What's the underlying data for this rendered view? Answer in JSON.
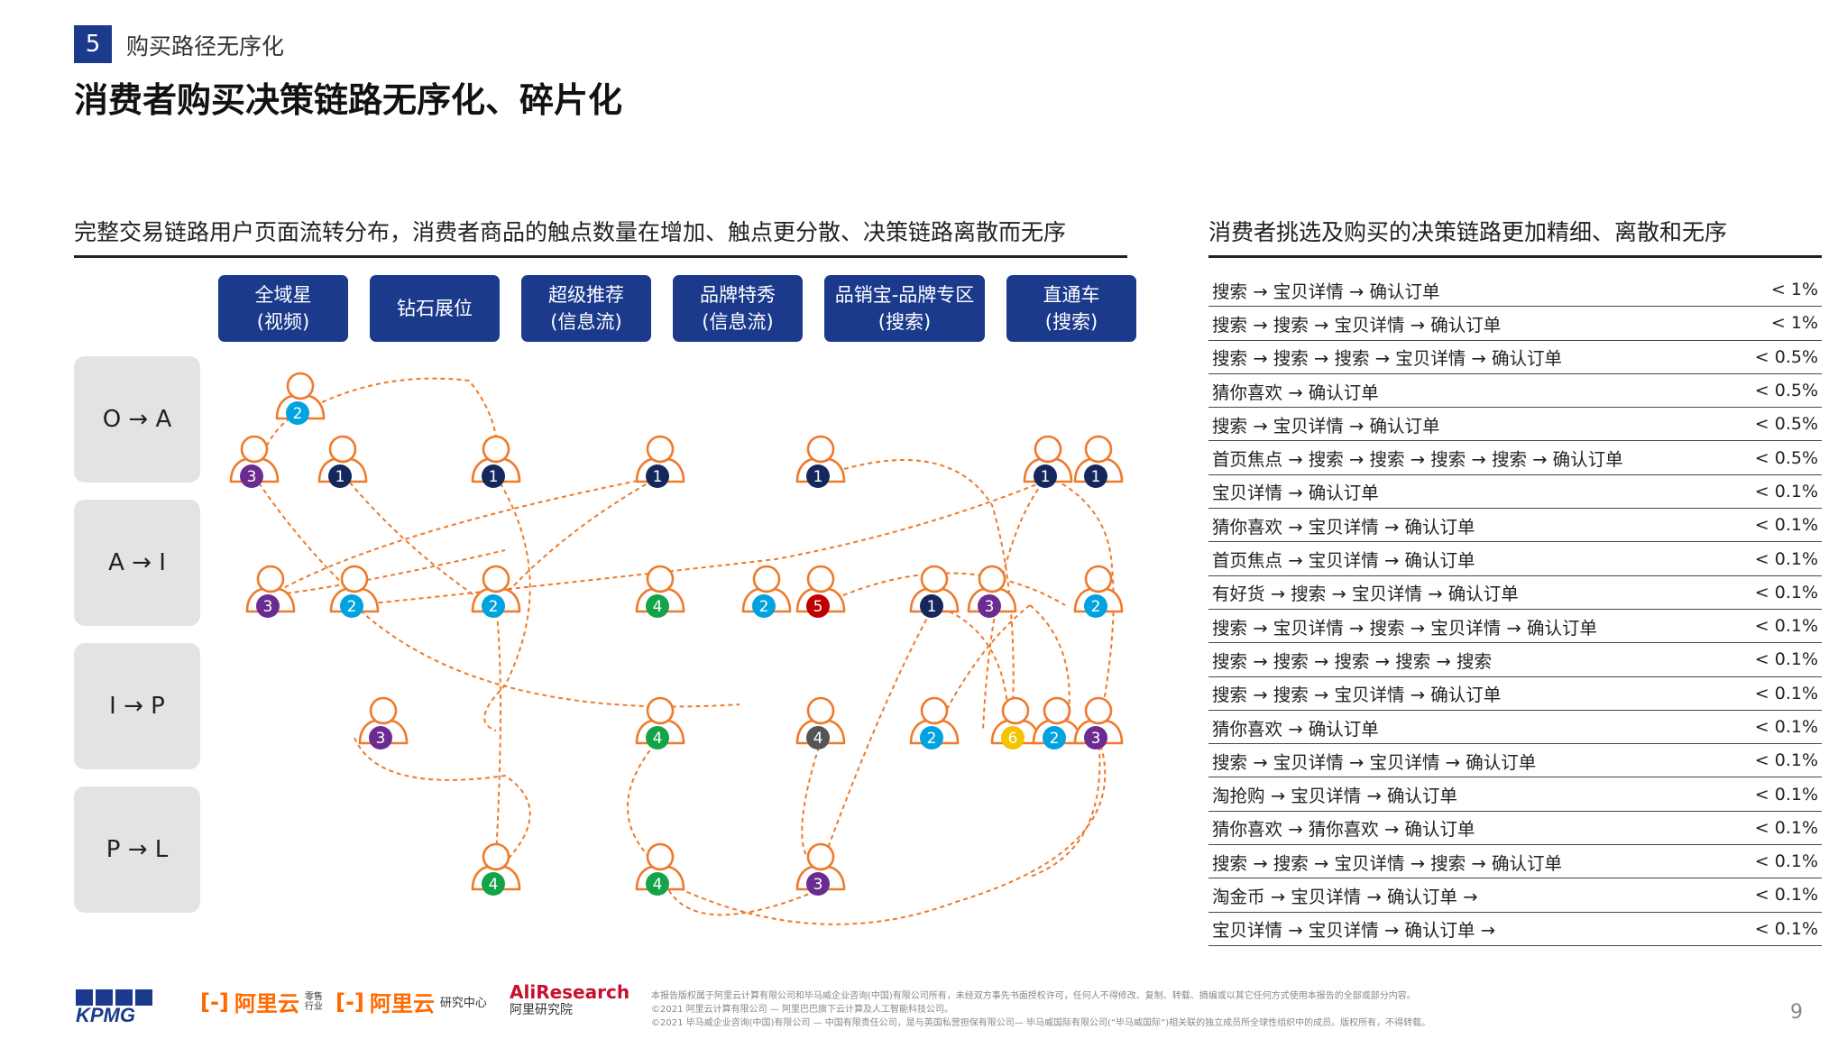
{
  "section": {
    "number": "5",
    "title": "购买路径无序化"
  },
  "title": "消费者购买决策链路无序化、碎片化",
  "left_heading": "完整交易链路用户页面流转分布，消费者商品的触点数量在增加、触点更分散、决策链路离散而无序",
  "right_heading": "消费者挑选及购买的决策链路更加精细、离散和无序",
  "channels": [
    {
      "line1": "全域星",
      "line2": "(视频)"
    },
    {
      "line1": "钻石展位",
      "line2": ""
    },
    {
      "line1": "超级推荐",
      "line2": "(信息流)"
    },
    {
      "line1": "品牌特秀",
      "line2": "(信息流)"
    },
    {
      "line1": "品销宝-品牌专区",
      "line2": "(搜索)"
    },
    {
      "line1": "直通车",
      "line2": "(搜索)"
    }
  ],
  "stages": [
    "O → A",
    "A → I",
    "I → P",
    "P → L"
  ],
  "badge_colors": {
    "1": "#14285e",
    "2": "#00a3e0",
    "3": "#6b2c91",
    "4": "#14a348",
    "5": "#c00000",
    "6": "#f5c400",
    "dark": "#555555"
  },
  "persons": [
    {
      "n": "2",
      "c": "2"
    },
    {
      "n": "3",
      "c": "3"
    },
    {
      "n": "1",
      "c": "1"
    },
    {
      "n": "1",
      "c": "1"
    },
    {
      "n": "1",
      "c": "1"
    },
    {
      "n": "1",
      "c": "1"
    },
    {
      "n": "1",
      "c": "1"
    },
    {
      "n": "1",
      "c": "1"
    },
    {
      "n": "3",
      "c": "3"
    },
    {
      "n": "2",
      "c": "2"
    },
    {
      "n": "2",
      "c": "2"
    },
    {
      "n": "4",
      "c": "4"
    },
    {
      "n": "2",
      "c": "2"
    },
    {
      "n": "5",
      "c": "5"
    },
    {
      "n": "1",
      "c": "1"
    },
    {
      "n": "3",
      "c": "3"
    },
    {
      "n": "2",
      "c": "2"
    },
    {
      "n": "3",
      "c": "3"
    },
    {
      "n": "4",
      "c": "4"
    },
    {
      "n": "4",
      "c": "dark"
    },
    {
      "n": "2",
      "c": "2"
    },
    {
      "n": "6",
      "c": "6"
    },
    {
      "n": "2",
      "c": "2"
    },
    {
      "n": "3",
      "c": "3"
    },
    {
      "n": "4",
      "c": "4"
    },
    {
      "n": "4",
      "c": "4"
    },
    {
      "n": "3",
      "c": "3"
    }
  ],
  "paths": [
    {
      "path": "搜索 → 宝贝详情 → 确认订单",
      "pct": "< 1%"
    },
    {
      "path": "搜索 → 搜索 → 宝贝详情 → 确认订单",
      "pct": "< 1%"
    },
    {
      "path": "搜索 → 搜索 → 搜索 → 宝贝详情 → 确认订单",
      "pct": "< 0.5%"
    },
    {
      "path": "猜你喜欢 → 确认订单",
      "pct": "< 0.5%"
    },
    {
      "path": "搜索 → 宝贝详情 → 确认订单",
      "pct": "< 0.5%"
    },
    {
      "path": "首页焦点 → 搜索 → 搜索 → 搜索 → 搜索 → 确认订单",
      "pct": "< 0.5%"
    },
    {
      "path": "宝贝详情 → 确认订单",
      "pct": "< 0.1%"
    },
    {
      "path": "猜你喜欢 → 宝贝详情 → 确认订单",
      "pct": "< 0.1%"
    },
    {
      "path": "首页焦点 → 宝贝详情 → 确认订单",
      "pct": "< 0.1%"
    },
    {
      "path": "有好货 → 搜索 → 宝贝详情 → 确认订单",
      "pct": "< 0.1%"
    },
    {
      "path": "搜索 → 宝贝详情 → 搜索 → 宝贝详情 → 确认订单",
      "pct": "< 0.1%"
    },
    {
      "path": "搜索 → 搜索 → 搜索 → 搜索 → 搜索",
      "pct": "< 0.1%"
    },
    {
      "path": "搜索 → 搜索 → 宝贝详情 → 确认订单",
      "pct": "< 0.1%"
    },
    {
      "path": "猜你喜欢 → 确认订单",
      "pct": "< 0.1%"
    },
    {
      "path": "搜索 → 宝贝详情 → 宝贝详情 → 确认订单",
      "pct": "< 0.1%"
    },
    {
      "path": "淘抢购 → 宝贝详情 → 确认订单",
      "pct": "< 0.1%"
    },
    {
      "path": "猜你喜欢 → 猜你喜欢 → 确认订单",
      "pct": "< 0.1%"
    },
    {
      "path": "搜索 → 搜索 → 宝贝详情 → 搜索 → 确认订单",
      "pct": "< 0.1%"
    },
    {
      "path": "淘金币 → 宝贝详情 → 确认订单 →",
      "pct": "< 0.1%"
    },
    {
      "path": "宝贝详情 → 宝贝详情 → 确认订单 →",
      "pct": "< 0.1%"
    }
  ],
  "footer": {
    "logos": {
      "kpmg": "KPMG",
      "aliyun1": "阿里云",
      "aliyun1_tag": "零售行业",
      "aliyun2": "阿里云",
      "aliyun2_tag": "研究中心",
      "aliresearch": "AliResearch",
      "aliresearch_cn": "阿里研究院"
    },
    "note1": "本报告版权属于阿里云计算有限公司和毕马威企业咨询(中国)有限公司所有，未经双方事先书面授权许可，任何人不得修改、复制、转载、摘编或以其它任何方式使用本报告的全部或部分内容。",
    "note2": "©2021 阿里云计算有限公司 — 阿里巴巴旗下云计算及人工智能科技公司。",
    "note3": "©2021 毕马威企业咨询(中国)有限公司 — 中国有限责任公司，是与英国私营担保有限公司— 毕马威国际有限公司(“毕马威国际”)相关联的独立成员所全球性组织中的成员。版权所有，不得转载。",
    "page": "9"
  }
}
